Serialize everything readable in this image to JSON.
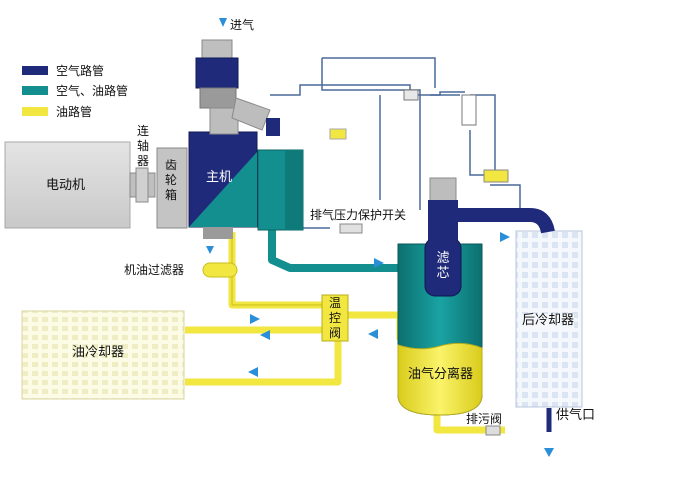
{
  "legend": [
    {
      "label": "空气路管",
      "color": "#1f2a7a"
    },
    {
      "label": "空气、油路管",
      "color": "#138f8f"
    },
    {
      "label": "油路管",
      "color": "#f2e640"
    }
  ],
  "labels": {
    "intake": "进气",
    "motor": "电动机",
    "coupling": "连轴器",
    "gearbox": "齿轮箱",
    "main_unit": "主机",
    "exhaust_switch": "排气压力保护开关",
    "oil_filter": "机油过滤器",
    "thermo_valve": "温控阀",
    "filter_core": "滤芯",
    "separator": "油气分离器",
    "oil_cooler": "油冷却器",
    "after_cooler": "后冷却器",
    "air_outlet": "供气口",
    "drain_valve": "排污阀"
  },
  "colors": {
    "air_pipe": "#1f2a7a",
    "air_oil_pipe": "#138f8f",
    "oil_pipe": "#f2e640",
    "flow_arrow": "#2a8fd8",
    "cooler_fill": "#fbfbe6",
    "cooler_dots": "#e7e4b0",
    "aftercooler_fill": "#eef3fb",
    "motor_fill": "#d9d9d9"
  },
  "icons": [
    "flow-arrow-icon",
    "valve-icon",
    "solenoid-valve-icon"
  ]
}
